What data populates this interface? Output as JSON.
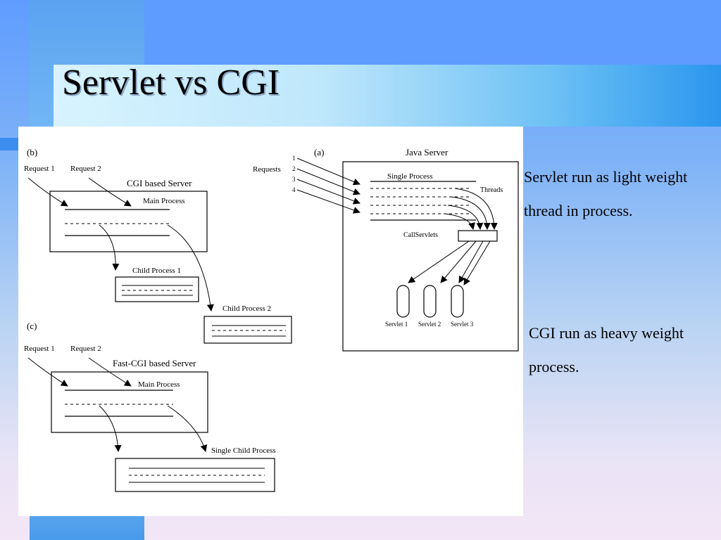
{
  "slide": {
    "title": "Servlet vs CGI",
    "bullets": [
      "Servlet run as light weight thread in process.",
      "CGI run as heavy weight process."
    ]
  },
  "figure": {
    "panel_b": {
      "tag": "(b)",
      "request1": "Request 1",
      "request2": "Request 2",
      "server_label": "CGI based Server",
      "main_process": "Main Process",
      "child1": "Child Process 1",
      "child2": "Child Process 2"
    },
    "panel_c": {
      "tag": "(c)",
      "request1": "Request 1",
      "request2": "Request 2",
      "server_label": "Fast-CGI based Server",
      "main_process": "Main Process",
      "single_child": "Single Child Process"
    },
    "panel_a": {
      "tag": "(a)",
      "server_label": "Java Server",
      "requests_label": "Requests",
      "request_numbers": [
        "1",
        "2",
        "3",
        "4"
      ],
      "single_process": "Single Process",
      "threads": "Threads",
      "call_servlets": "CallServlets",
      "servlets": [
        "Servlet 1",
        "Servlet 2",
        "Servlet 3"
      ]
    }
  }
}
